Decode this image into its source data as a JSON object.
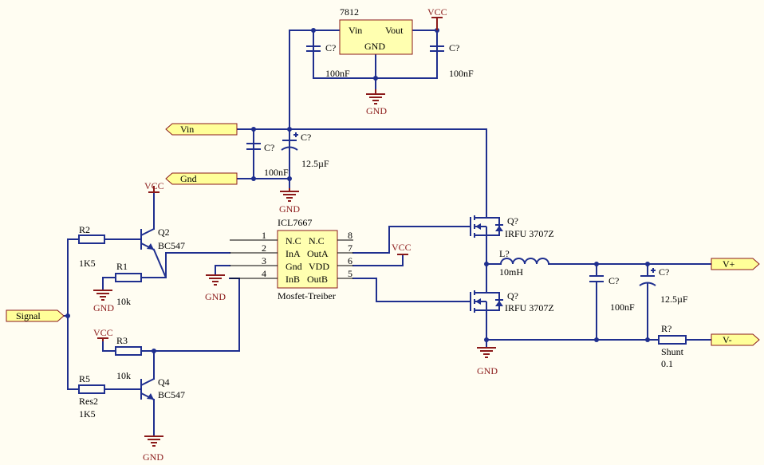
{
  "regulator": {
    "name": "7812",
    "vin": "Vin",
    "vout": "Vout",
    "gnd": "GND"
  },
  "driver": {
    "name": "ICL7667",
    "caption": "Mosfet-Treiber",
    "pins_left": [
      "1",
      "2",
      "3",
      "4"
    ],
    "pins_right": [
      "8",
      "7",
      "6",
      "5"
    ],
    "labels_left": [
      "N.C",
      "InA",
      "Gnd",
      "InB"
    ],
    "labels_right": [
      "N.C",
      "OutA",
      "VDD",
      "OutB"
    ]
  },
  "power": {
    "vcc": "VCC",
    "gnd": "GND"
  },
  "ports": {
    "vin": "Vin",
    "gnd": "Gnd",
    "signal": "Signal",
    "vplus": "V+",
    "vminus": "V-"
  },
  "caps": {
    "reg_in": {
      "ref": "C?",
      "value": "100nF"
    },
    "reg_out": {
      "ref": "C?",
      "value": "100nF"
    },
    "vin_ceramic": {
      "ref": "C?",
      "value": "100nF"
    },
    "vin_elko": {
      "ref": "C?",
      "value": "12.5µF"
    },
    "out_ceramic": {
      "ref": "C?",
      "value": "100nF"
    },
    "out_elko": {
      "ref": "C?",
      "value": "12.5µF"
    }
  },
  "resistors": {
    "r2": {
      "ref": "R2",
      "value": "1K5"
    },
    "r1": {
      "ref": "R1",
      "value": "10k"
    },
    "r3": {
      "ref": "R3",
      "value": "10k"
    },
    "r5": {
      "ref": "R5",
      "name": "Res2",
      "value": "1K5"
    },
    "shunt": {
      "ref": "R?",
      "name": "Shunt",
      "value": "0.1"
    }
  },
  "transistors": {
    "q2": {
      "ref": "Q2",
      "part": "BC547"
    },
    "q4": {
      "ref": "Q4",
      "part": "BC547"
    },
    "q_high": {
      "ref": "Q?",
      "part": "IRFU 3707Z"
    },
    "q_low": {
      "ref": "Q?",
      "part": "IRFU 3707Z"
    }
  },
  "inductor": {
    "ref": "L?",
    "value": "10mH"
  }
}
